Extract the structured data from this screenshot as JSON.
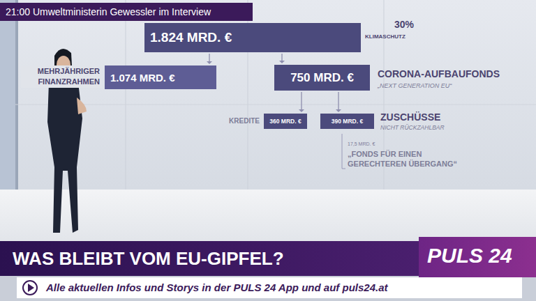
{
  "diagram": {
    "title": "WAS BLEIBT VOM EU-GIPFEL?",
    "nodes": [
      {
        "text": [
          "1.824 MRD. €"
        ]
      },
      {
        "text": [
          "1.074 MRD. €",
          "MEHRJÄHRIGER FINANZRAHMEN"
        ]
      },
      {
        "text": [
          "750 MRD. €",
          "CORONA-AUFBAUFONDS",
          "„NEXT GENERATION EU“"
        ]
      },
      {
        "text": [
          "360 MRD. €",
          "KREDITE"
        ]
      },
      {
        "text": [
          "390 MRD. €",
          "ZUSCHÜSSE",
          "NICHT RÜCKZAHLBAR"
        ]
      }
    ],
    "edges": [
      {
        "from": 0,
        "to": 1,
        "arrow": "to"
      },
      {
        "from": 0,
        "to": 2,
        "arrow": "to"
      },
      {
        "from": 2,
        "to": 3,
        "arrow": "to"
      },
      {
        "from": 2,
        "to": 4,
        "arrow": "to"
      }
    ],
    "labels": [
      "21:00 Umweltministerin Gewessler im Interview",
      "30%",
      "KLIMASCHUTZ",
      "17,5 MRD. €",
      "„FONDS FÜR EINEN GERECHTEREN ÜBERGANG“",
      "PULS 24",
      "Alle aktuellen Infos und Storys in der PULS 24 App und auf puls24.at"
    ]
  }
}
